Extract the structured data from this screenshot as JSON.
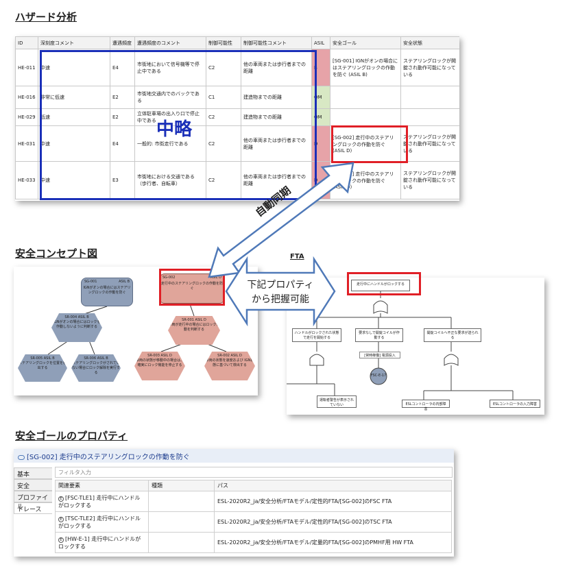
{
  "sections": {
    "hazard": "ハザード分析",
    "concept": "安全コンセプト図",
    "properties": "安全ゴールのプロパティ",
    "fta": "FTA"
  },
  "hazard_table": {
    "headers": [
      "ID",
      "深刻度コメント",
      "遭遇頻度",
      "遭遇頻度のコメント",
      "制御可能性",
      "制御可能性コメント",
      "ASIL",
      "安全ゴール",
      "安全状態"
    ],
    "rows": [
      {
        "id": "HE-011",
        "sev": "中速",
        "freq": "E4",
        "freq_c": "市街地において信号機等で停止中である",
        "ctrl": "C2",
        "ctrl_c": "他の車両または歩行者までの距離",
        "asil": "B",
        "goal": "[SG-001] IGNがオンの場合にはステアリングロックの作動を防ぐ (ASIL B)",
        "state": "ステアリングロックが開錠され動作可能になっている"
      },
      {
        "id": "HE-016",
        "sev": "非常に低速",
        "freq": "E2",
        "freq_c": "市街地交通内でのバックである",
        "ctrl": "C1",
        "ctrl_c": "建造物までの距離",
        "asil": "QM",
        "goal": "",
        "state": ""
      },
      {
        "id": "HE-029",
        "sev": "低速",
        "freq": "E2",
        "freq_c": "立体駐車場の出入り口で停止中である",
        "ctrl": "C2",
        "ctrl_c": "建造物までの距離",
        "asil": "QM",
        "goal": "",
        "state": ""
      },
      {
        "id": "HE-031",
        "sev": "中速",
        "freq": "E4",
        "freq_c": "一般的: 市街走行である",
        "ctrl": "C2",
        "ctrl_c": "他の車両または歩行者までの距離",
        "asil": "D",
        "goal": "[SG-002] 走行中のステアリングロックの作動を防ぐ (ASIL D)",
        "state": "ステアリングロックが開錠され動作可能になっている"
      },
      {
        "id": "HE-033",
        "sev": "中速",
        "freq": "E3",
        "freq_c": "市街地における交通である（歩行者、自転車）",
        "ctrl": "C2",
        "ctrl_c": "他の車両または歩行者までの距離",
        "asil": "D",
        "goal": "[SG-002] 走行中のステアリングロックの作動を防ぐ (ASIL D)",
        "state": "ステアリングロックが開錠され動作可能になっている"
      }
    ]
  },
  "overlay": {
    "omit": "中略",
    "sync": "自動同期",
    "callout_line1": "下記プロパティ",
    "callout_line2": "から把握可能"
  },
  "concept": {
    "sg1": {
      "id": "SG-001",
      "asil": "ASIL B",
      "text": "IGNがオンの場合にはステアリングロックの作動を防ぐ"
    },
    "sg2": {
      "id": "SG-002",
      "asil": "ASIL D",
      "text": "走行中のステアリングロックの作動を防ぐ"
    },
    "sr1": {
      "id": "SR-004",
      "asil": "ASIL B",
      "text": "IGNがオンの場合にはロックを作動しないように判断する"
    },
    "sr2": {
      "id": "SR-001",
      "asil": "ASIL D",
      "text": "車両が走行中の場合にはロック作動を判断する"
    },
    "sr3": {
      "id": "SR-005",
      "asil": "ASIL B",
      "text": "ステアリングロックを位置を検出する"
    },
    "sr4": {
      "id": "SR-006",
      "asil": "ASIL B",
      "text": "ステアリングロックがされていない場合にロック解除を実行する"
    },
    "sr5": {
      "id": "SR-003",
      "asil": "ASIL D",
      "text": "車両の状態が移動中の場合は、確実にロック機能を停止する"
    },
    "sr6": {
      "id": "SR-002",
      "asil": "ASIL D",
      "text": "車両の状態を速度および IGN状態に基づいて検出する"
    }
  },
  "fta": {
    "top": "走行中にハンドルがロックする",
    "b1": "ハンドルがロックされた状態で走行を開始する",
    "b2": "要求なしで開錠コイルが作動する",
    "b3": "開錠コイルへ不正な要求が送られる",
    "ev": "[常時稼働] 電源投入",
    "tr": "FSC-E-17",
    "l1": "運転者警告が表示されていない",
    "l2": "ESLコントローラの内部障害",
    "l3": "ESLコントローラの入力障害"
  },
  "properties": {
    "header": "[SG-002] 走行中のステアリングロックの作動を防ぐ",
    "filter_placeholder": "フィルタ入力",
    "tabs": [
      "基本",
      "安全",
      "プロファイル",
      "トレース"
    ],
    "columns": [
      "関連要素",
      "種類",
      "パス"
    ],
    "rows": [
      {
        "el": "[FSC-TLE1] 走行中にハンドルがロックする",
        "type": "",
        "path": "ESL-2020R2_ja/安全分析/FTAモデル/定性的FTA/[SG-002]のFSC FTA"
      },
      {
        "el": "[TSC-TLE2] 走行中にハンドルがロックする",
        "type": "",
        "path": "ESL-2020R2_ja/安全分析/FTAモデル/定性的FTA/[SG-002]のTSC FTA"
      },
      {
        "el": "[HW-E-1] 走行中にハンドルがロックする",
        "type": "",
        "path": "ESL-2020R2_ja/安全分析/FTAモデル/定量的FTA/[SG-002]のPMHF用 HW FTA"
      }
    ]
  },
  "colors": {
    "highlight_red": "#e01f26",
    "highlight_blue": "#1a2fb8",
    "arrow_blue": "#4f79b8"
  }
}
